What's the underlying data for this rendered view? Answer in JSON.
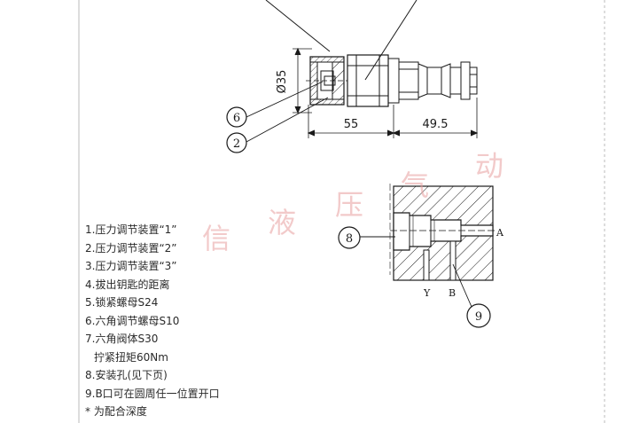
{
  "dimensions": {
    "diameter": "Ø35",
    "length_a": "55",
    "length_b": "49.5"
  },
  "callouts": {
    "c6": "6",
    "c2": "2",
    "c8": "8",
    "c9": "9"
  },
  "port_labels": {
    "a": "A",
    "y": "Y",
    "b": "B"
  },
  "watermark": [
    "信",
    "液",
    "压",
    "气",
    "动"
  ],
  "legend": [
    "1.压力调节装置“1”",
    "2.压力调节装置“2”",
    "3.压力调节装置“3”",
    "4.拔出钥匙的距离",
    "5.锁紧螺母S24",
    "6.六角调节螺母S10",
    "7.六角阀体S30",
    "拧紧扭矩60Nm",
    "8.安装孔(见下页)",
    "9.B口可在圆周任一位置开口",
    "* 为配合深度"
  ],
  "colors": {
    "line": "#1a1a1a",
    "watermark": "#e8a0a0"
  }
}
